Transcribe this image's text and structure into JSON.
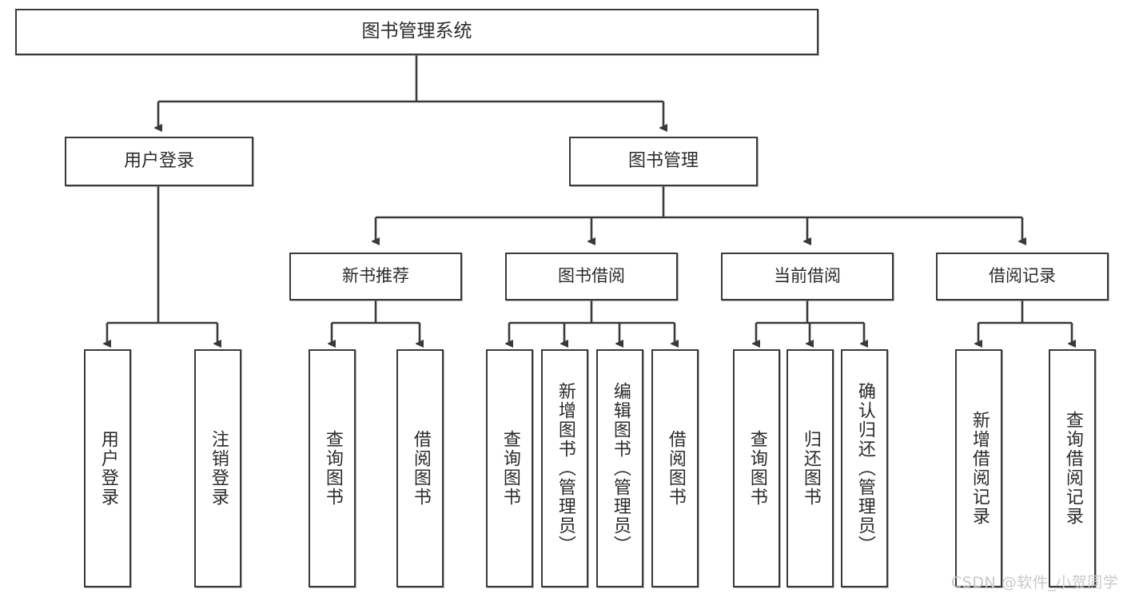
{
  "diagram": {
    "title": "图书管理系统",
    "watermark": "CSDN @软件_小贺同学",
    "line_color": "#3a3a3a",
    "box_fill": "#ffffff",
    "text_color": "#2b2b2b",
    "nodes": {
      "root": {
        "label": "图书管理系统"
      },
      "level2": [
        {
          "label": "用户登录"
        },
        {
          "label": "图书管理"
        }
      ],
      "level3": [
        {
          "label": "新书推荐"
        },
        {
          "label": "图书借阅"
        },
        {
          "label": "当前借阅"
        },
        {
          "label": "借阅记录"
        }
      ],
      "leaves": {
        "user_login": [
          {
            "label": "用户登录"
          },
          {
            "label": "注销登录"
          }
        ],
        "new_book_recommend": [
          {
            "label": "查询图书"
          },
          {
            "label": "借阅图书"
          }
        ],
        "book_borrow": [
          {
            "label": "查询图书"
          },
          {
            "label": "新增图书（管理员）"
          },
          {
            "label": "编辑图书（管理员）"
          },
          {
            "label": "借阅图书"
          }
        ],
        "current_borrow": [
          {
            "label": "查询图书"
          },
          {
            "label": "归还图书"
          },
          {
            "label": "确认归还（管理员）"
          }
        ],
        "borrow_record": [
          {
            "label": "新增借阅记录"
          },
          {
            "label": "查询借阅记录"
          }
        ]
      }
    }
  }
}
